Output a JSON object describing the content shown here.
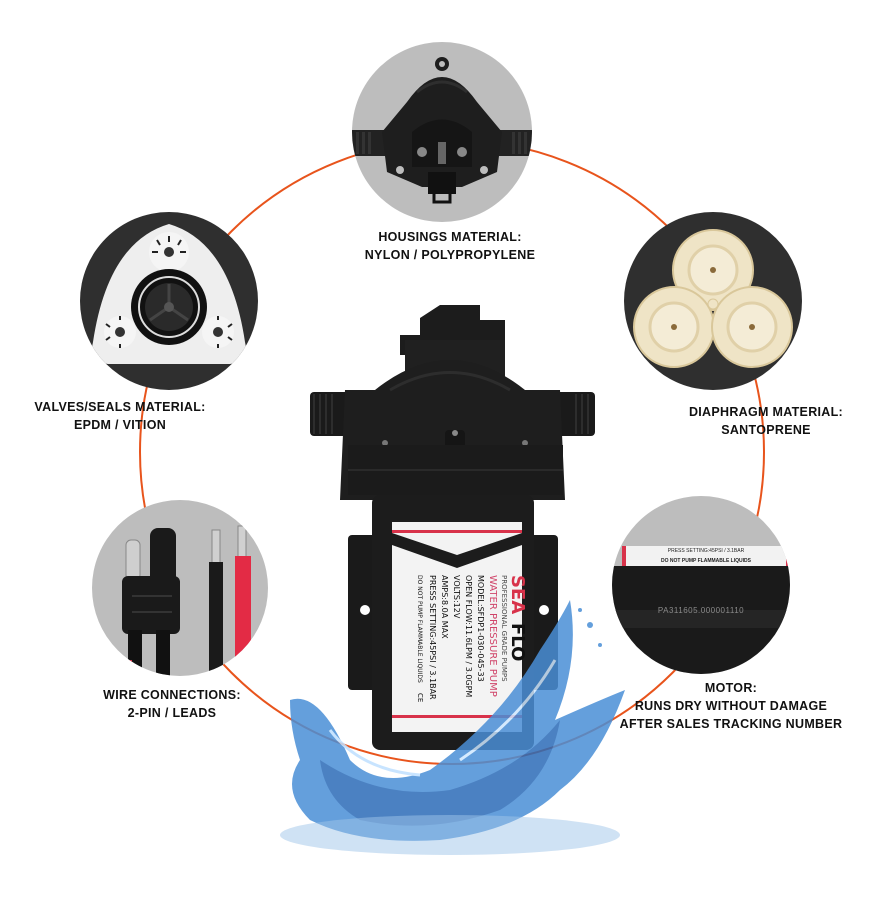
{
  "colors": {
    "ring": "#e8541c",
    "circle_dark": "#2f2f2f",
    "circle_light": "#bdbdbd",
    "pump_body": "#1c1c1c",
    "brand_red": "#d8324a",
    "label_pink": "#d0456a",
    "water": "#3a7fc8"
  },
  "features": [
    {
      "id": "housing",
      "title": "HOUSINGS MATERIAL:",
      "value": "NYLON / POLYPROPYLENE",
      "icon": "pump-housing-icon"
    },
    {
      "id": "valves",
      "title": "VALVES/SEALS MATERIAL:",
      "value": "EPDM / VITION",
      "icon": "valve-seal-icon"
    },
    {
      "id": "diaphragm",
      "title": "DIAPHRAGM MATERIAL:",
      "value": "SANTOPRENE",
      "icon": "diaphragm-icon"
    },
    {
      "id": "wires",
      "title": "WIRE CONNECTIONS:",
      "value": "2-PIN / LEADS",
      "icon": "wire-connector-icon"
    },
    {
      "id": "motor",
      "title": "MOTOR:",
      "value": "RUNS DRY WITHOUT DAMAGE",
      "value2": "AFTER SALES TRACKING NUMBER",
      "icon": "motor-serial-icon"
    }
  ],
  "motor_closeup": {
    "serial": "PA311605.000001110",
    "warning": "DO NOT PUMP FLAMMABLE LIQUIDS",
    "press_line": "PRESS SETTING:45PSI / 3.1BAR"
  },
  "pump_label": {
    "brand_sea": "SEA",
    "brand_flo": "FLO",
    "tagline": "PROFESSIONAL GRADE PUMPS",
    "product": "WATER PRESSURE PUMP",
    "model": "MODEL:SFDP1-030-045-33",
    "flow": "OPEN FLOW:11.6LPM / 3.0GPM",
    "volts": "VOLTS:12V",
    "amps": "AMPS:8.0A MAX",
    "press": "PRESS SETTING:45PSI / 3.1BAR",
    "warning": "DO NOT PUMP FLAMMABLE LIQUIDS",
    "cert": "CE"
  }
}
